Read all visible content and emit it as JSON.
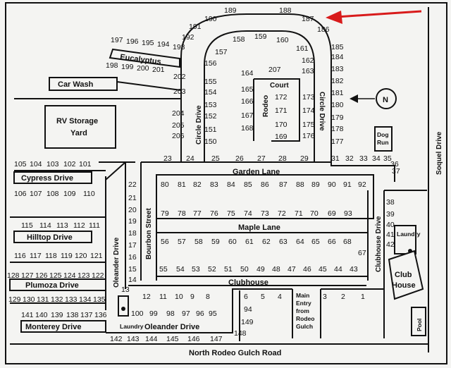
{
  "streets": {
    "eucalyptus": "Eucalyptus",
    "circle_drive": "Circle Drive",
    "circle_drive_right": "Circle Drive",
    "rodeo_court_top": "Court",
    "rodeo_court_side": "Rodeo",
    "garden_lane": "Garden Lane",
    "maple_lane": "Maple Lane",
    "bourbon_street": "Bourbon Street",
    "oleander_drive_vertical": "Oleander Drive",
    "oleander_drive_bottom": "Oleander Drive",
    "cypress_drive": "Cypress Drive",
    "hilltop_drive": "Hilltop Drive",
    "plumoza_drive": "Plumoza Drive",
    "monterey_drive": "Monterey Drive",
    "clubhouse_drive": "Clubhouse Drive",
    "clubhouse_road": "Clubhouse",
    "soquel_drive": "Soquel Drive",
    "north_rodeo_gulch_road": "North Rodeo Gulch Road"
  },
  "facilities": {
    "car_wash": "Car Wash",
    "rv_storage_line1": "RV Storage",
    "rv_storage_line2": "Yard",
    "dog_run_line1": "Dog",
    "dog_run_line2": "Run",
    "laundry_right": "Laundry",
    "laundry_left": "Laundry",
    "club_house_line1": "Club",
    "club_house_line2": "House",
    "pool": "Pool",
    "main_entry_line1": "Main",
    "main_entry_line2": "Entry",
    "main_entry_line3": "from",
    "main_entry_line4": "Rodeo",
    "main_entry_line5": "Gulch"
  },
  "compass": "N",
  "lots": {
    "top_arc": [
      "189",
      "188",
      "190",
      "187",
      "191",
      "186",
      "192"
    ],
    "eucalyptus_upper": [
      "197",
      "196",
      "195",
      "194",
      "193"
    ],
    "eucalyptus_lower": [
      "198",
      "199",
      "200",
      "201",
      "202"
    ],
    "circle_inner_top": [
      "158",
      "159",
      "160",
      "161",
      "162",
      "163",
      "157"
    ],
    "circle_left_outer": [
      "203",
      "204",
      "205",
      "206"
    ],
    "circle_left_inner": [
      "156",
      "155",
      "154",
      "153",
      "152",
      "151",
      "150"
    ],
    "rodeo_left": [
      "164",
      "165",
      "166",
      "167",
      "168"
    ],
    "rodeo_top": [
      "207"
    ],
    "rodeo_inner_a": [
      "172",
      "171",
      "170",
      "169"
    ],
    "rodeo_inner_b": [
      "173",
      "174",
      "175",
      "176"
    ],
    "circle_right_outer": [
      "185",
      "184",
      "183",
      "182",
      "181",
      "180",
      "179",
      "178",
      "177"
    ],
    "garden_top": [
      "23",
      "24",
      "25",
      "26",
      "27",
      "28",
      "29",
      "31",
      "32",
      "33",
      "34",
      "35",
      "36",
      "37"
    ],
    "garden_south": [
      "80",
      "81",
      "82",
      "83",
      "84",
      "85",
      "86",
      "87",
      "88",
      "89",
      "90",
      "91",
      "92"
    ],
    "maple_north": [
      "79",
      "78",
      "77",
      "76",
      "75",
      "74",
      "73",
      "72",
      "71",
      "70",
      "69",
      "93"
    ],
    "maple_south": [
      "56",
      "57",
      "58",
      "59",
      "60",
      "61",
      "62",
      "63",
      "64",
      "65",
      "66",
      "68"
    ],
    "clubhouse_north": [
      "55",
      "54",
      "53",
      "52",
      "51",
      "50",
      "49",
      "48",
      "47",
      "46",
      "45",
      "44",
      "43"
    ],
    "lot_67": [
      "67"
    ],
    "bourbon_west": [
      "22",
      "21",
      "20",
      "19",
      "18",
      "17",
      "16",
      "15",
      "14",
      "13"
    ],
    "clubhouse_drive_lots": [
      "38",
      "39",
      "40",
      "41",
      "42"
    ],
    "cypress_north": [
      "105",
      "104",
      "103",
      "102",
      "101"
    ],
    "cypress_south": [
      "106",
      "107",
      "108",
      "109",
      "110"
    ],
    "hilltop_north": [
      "115",
      "114",
      "113",
      "112",
      "111"
    ],
    "hilltop_south": [
      "116",
      "117",
      "118",
      "119",
      "120",
      "121"
    ],
    "plumoza_north": [
      "128",
      "127",
      "126",
      "125",
      "124",
      "123",
      "122"
    ],
    "plumoza_south": [
      "129",
      "130",
      "131",
      "132",
      "133",
      "134",
      "135"
    ],
    "monterey_north": [
      "141",
      "140",
      "139",
      "138",
      "137",
      "136"
    ],
    "oleander_north_a": [
      "12",
      "11",
      "10",
      "9",
      "8"
    ],
    "oleander_north_b": [
      "100",
      "99",
      "98",
      "97",
      "96",
      "95"
    ],
    "oleander_south": [
      "142",
      "143",
      "144",
      "145",
      "146",
      "147"
    ],
    "central_group": [
      "6",
      "5",
      "4",
      "94",
      "149",
      "148"
    ],
    "entry_group": [
      "3",
      "2",
      "1"
    ]
  }
}
